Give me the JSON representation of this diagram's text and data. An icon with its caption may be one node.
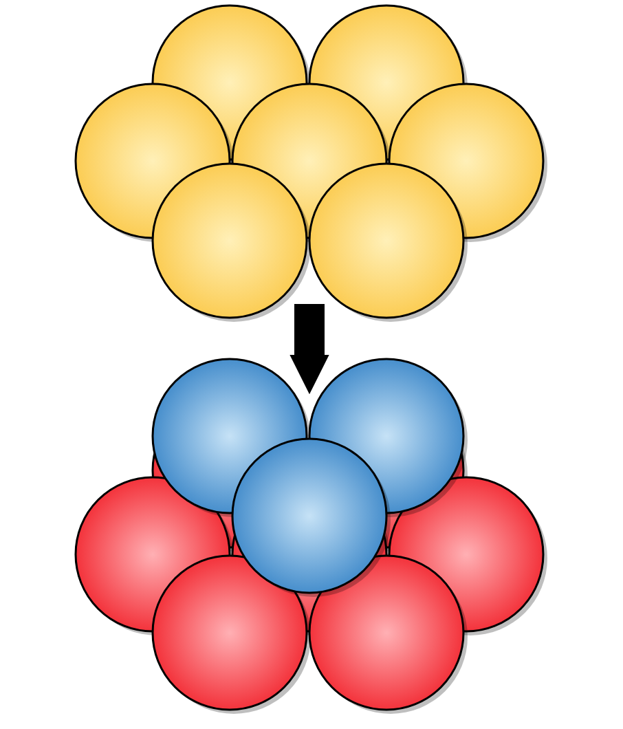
{
  "diagram": {
    "nodes": [
      {
        "text": [],
        "shape": "picture"
      },
      {
        "text": [],
        "shape": "picture"
      }
    ],
    "edges": [
      {
        "from": 0,
        "to": 1,
        "arrow": "to"
      }
    ]
  }
}
